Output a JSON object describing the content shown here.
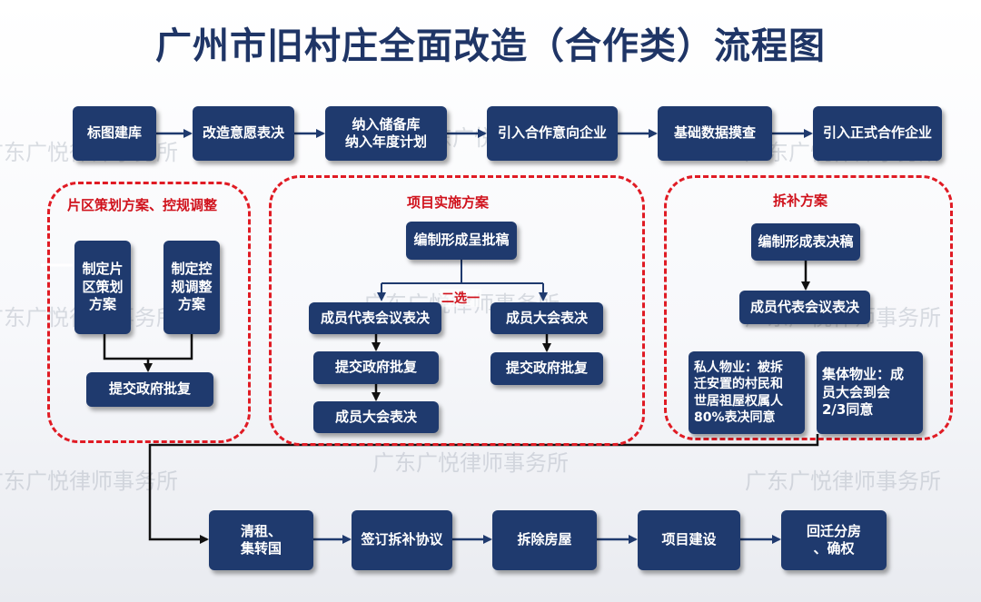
{
  "title": "广州市旧村庄全面改造（合作类）流程图",
  "top_flow": [
    "标图建库",
    "改造意愿表决",
    "纳入储备库\n纳入年度计划",
    "引入合作意向企业",
    "基础数据摸查",
    "引入正式合作企业"
  ],
  "zone_planning": {
    "title": "片区策划方案、控规调整",
    "box_plan": "制定片\n区策划\n方案",
    "box_adjust": "制定控\n规调整\n方案",
    "box_submit": "提交政府批复"
  },
  "zone_project": {
    "title": "项目实施方案",
    "box_draft": "编制形成呈批稿",
    "choose_label": "二选一",
    "box_rep_vote": "成员代表会议表决",
    "box_gov_left": "提交政府批复",
    "box_member_vote_left": "成员大会表决",
    "box_member_vote_right": "成员大会表决",
    "box_gov_right": "提交政府批复"
  },
  "zone_compensation": {
    "title": "拆补方案",
    "box_draft": "编制形成表决稿",
    "box_rep_vote": "成员代表会议表决",
    "box_private": "私人物业：被拆\n迁安置的村民和\n世居祖屋权属人\n80%表决同意",
    "box_collective": "集体物业：成\n员大会到会\n2/3同意"
  },
  "bottom_flow": [
    "清租、\n集转国",
    "签订拆补协议",
    "拆除房屋",
    "项目建设",
    "回迁分房\n、确权"
  ],
  "watermark": "广东广悦律师事务所",
  "colors": {
    "box": "#1f3a6e",
    "zone_border": "#e01b24",
    "title": "#1f3566"
  }
}
